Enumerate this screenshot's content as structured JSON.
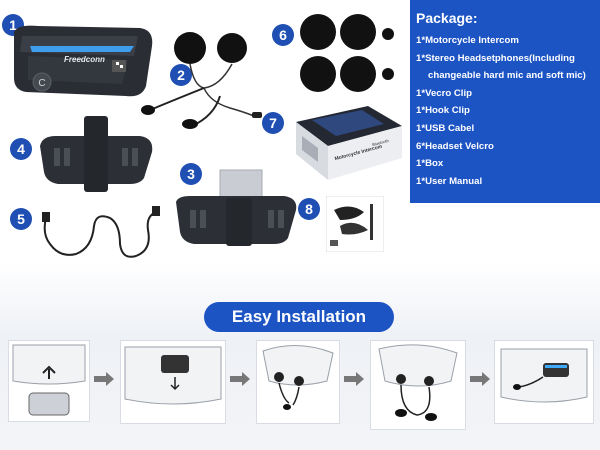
{
  "package": {
    "title": "Package:",
    "items": [
      "1*Motorcycle Intercom",
      "1*Stereo Headsetphones(Including",
      "changeable hard mic and soft mic)",
      "1*Vecro Clip",
      "1*Hook Clip",
      "1*USB Cabel",
      "6*Headset Velcro",
      "1*Box",
      "1*User Manual"
    ]
  },
  "device": {
    "brand": "Freedconn"
  },
  "box": {
    "title": "Motorcycle Intercom",
    "subtitle": "Bluetooth"
  },
  "numbers": [
    "1",
    "2",
    "3",
    "4",
    "5",
    "6",
    "7",
    "8"
  ],
  "banner": {
    "label": "Easy Installation"
  },
  "colors": {
    "accent": "#1d54c4",
    "device_glow": "#3fa9ff"
  }
}
